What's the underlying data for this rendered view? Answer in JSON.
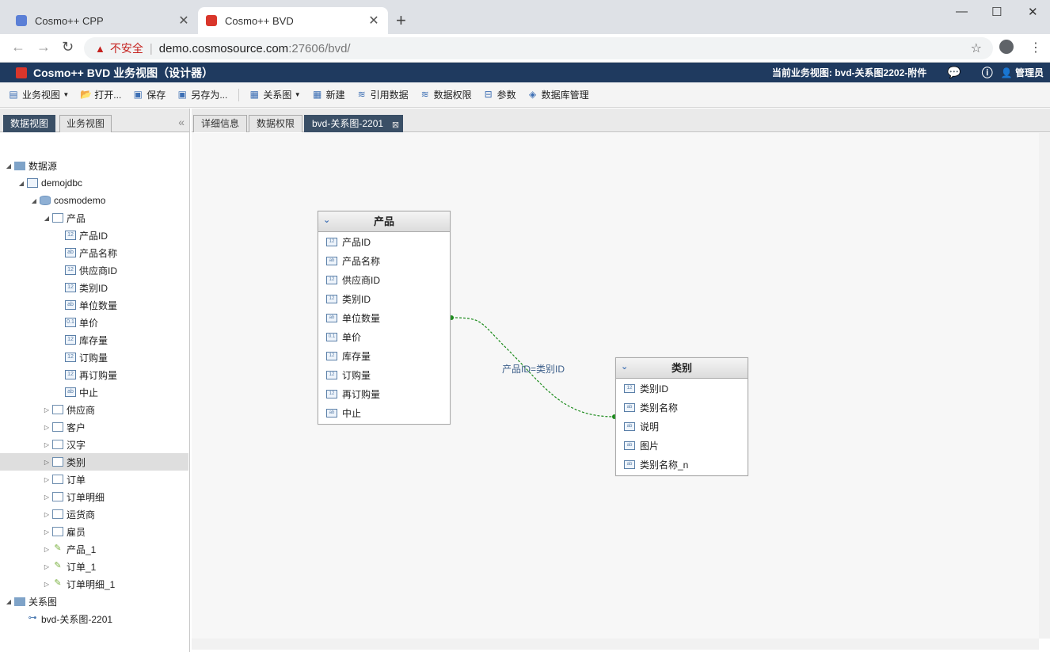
{
  "browser": {
    "tabs": [
      {
        "title": "Cosmo++ CPP",
        "close": "✕"
      },
      {
        "title": "Cosmo++ BVD",
        "close": "✕"
      }
    ],
    "new_tab": "+",
    "window_controls": [
      "—",
      "☐",
      "✕"
    ],
    "security_warning": "不安全",
    "url_host": "demo.cosmosource.com",
    "url_rest": ":27606/bvd/"
  },
  "app": {
    "title": "Cosmo++ BVD 业务视图（设计器）",
    "current_view_label": "当前业务视图: bvd-关系图2202-附件",
    "user": "管理员"
  },
  "toolbar": {
    "items": [
      "业务视图",
      "打开...",
      "保存",
      "另存为...",
      "关系图",
      "新建",
      "引用数据",
      "数据权限",
      "参数",
      "数据库管理"
    ]
  },
  "left_tabs": [
    "数据视图",
    "业务视图"
  ],
  "tree": {
    "datasource": "数据源",
    "connection": "demojdbc",
    "schema": "cosmodemo",
    "product_table": "产品",
    "product_fields": [
      {
        "name": "产品ID",
        "type": "12"
      },
      {
        "name": "产品名称",
        "type": "ab"
      },
      {
        "name": "供应商ID",
        "type": "12"
      },
      {
        "name": "类别ID",
        "type": "12"
      },
      {
        "name": "单位数量",
        "type": "ab"
      },
      {
        "name": "单价",
        "type": "0.1"
      },
      {
        "name": "库存量",
        "type": "12"
      },
      {
        "name": "订购量",
        "type": "12"
      },
      {
        "name": "再订购量",
        "type": "12"
      },
      {
        "name": "中止",
        "type": "ab"
      }
    ],
    "tables": [
      "供应商",
      "客户",
      "汉字",
      "类别",
      "订单",
      "订单明细",
      "运货商",
      "雇员"
    ],
    "views": [
      "产品_1",
      "订单_1",
      "订单明细_1"
    ],
    "relations_folder": "关系图",
    "relation_item": "bvd-关系图-2201"
  },
  "main_tabs": [
    "详细信息",
    "数据权限",
    "bvd-关系图-2201"
  ],
  "diagram": {
    "product": {
      "title": "产品",
      "fields": [
        {
          "name": "产品ID",
          "type": "12"
        },
        {
          "name": "产品名称",
          "type": "ab"
        },
        {
          "name": "供应商ID",
          "type": "12"
        },
        {
          "name": "类别ID",
          "type": "12"
        },
        {
          "name": "单位数量",
          "type": "ab"
        },
        {
          "name": "单价",
          "type": "0.1"
        },
        {
          "name": "库存量",
          "type": "12"
        },
        {
          "name": "订购量",
          "type": "12"
        },
        {
          "name": "再订购量",
          "type": "12"
        },
        {
          "name": "中止",
          "type": "ab"
        }
      ]
    },
    "category": {
      "title": "类别",
      "fields": [
        {
          "name": "类别ID",
          "type": "12"
        },
        {
          "name": "类别名称",
          "type": "ab"
        },
        {
          "name": "说明",
          "type": "ab"
        },
        {
          "name": "图片",
          "type": "ab"
        },
        {
          "name": "类别名称_n",
          "type": "ab"
        }
      ]
    },
    "relation_label": "产品ID=类别ID",
    "relation_color": "#1a8a1a"
  }
}
